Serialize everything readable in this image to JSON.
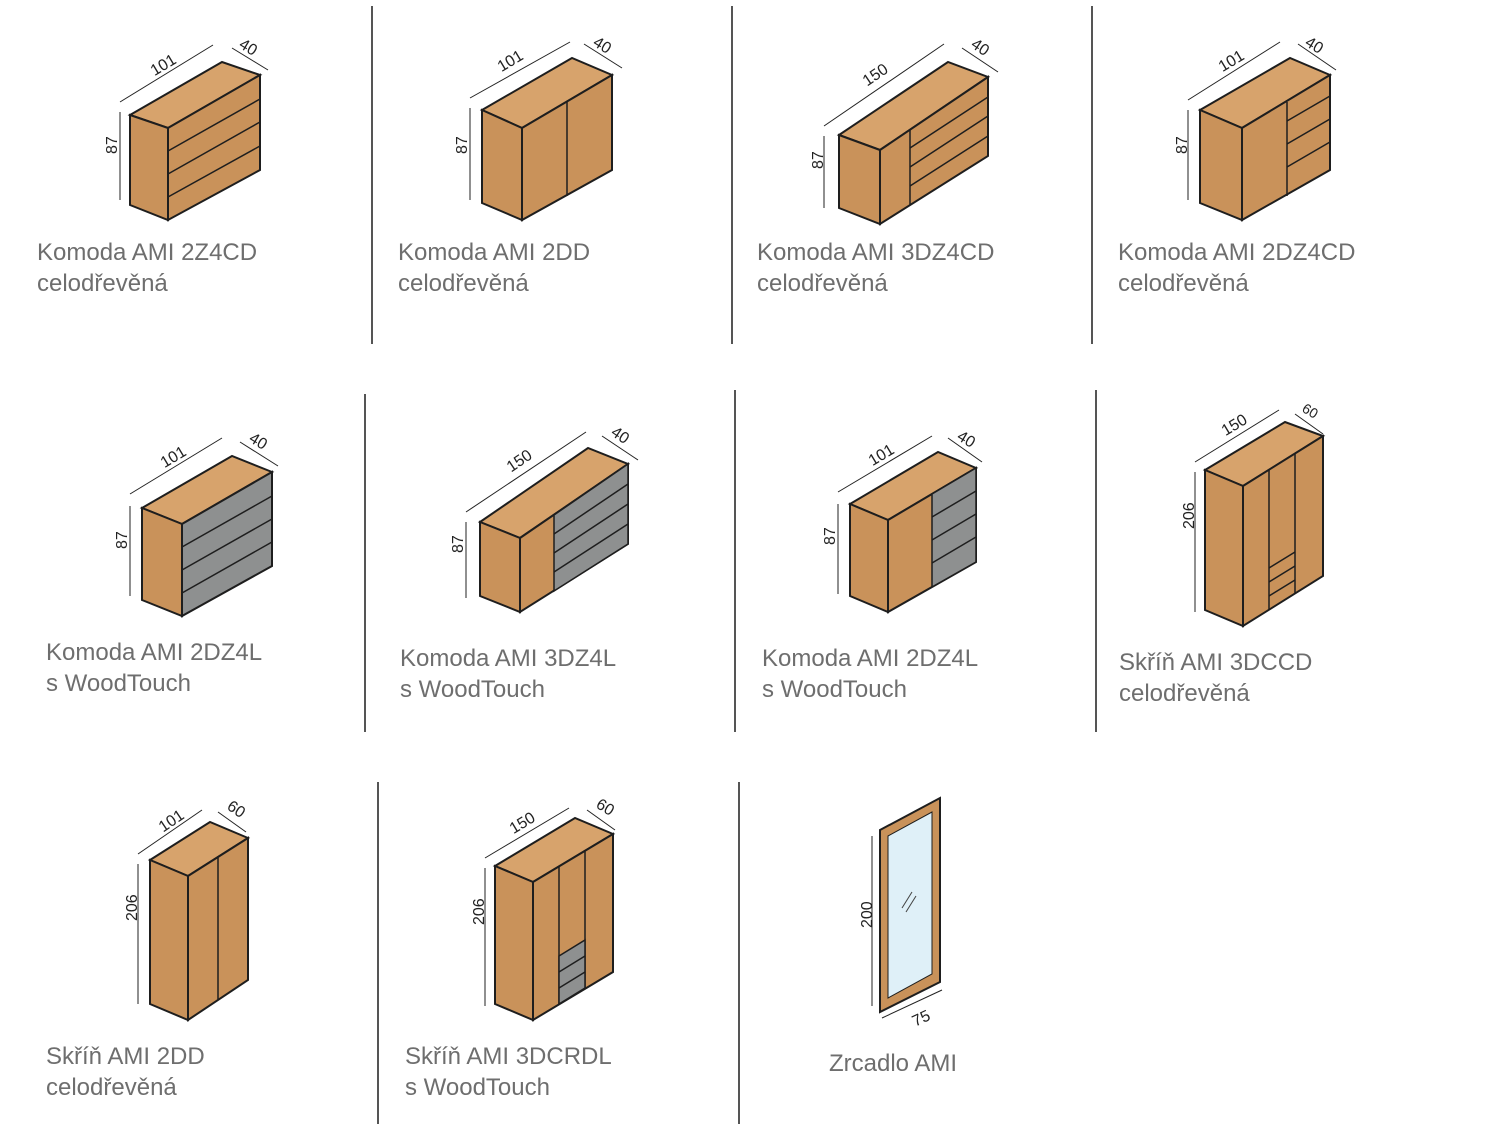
{
  "colors": {
    "wood": "#c9925a",
    "wood_top": "#d7a36c",
    "wood_side": "#b07a45",
    "gray": "#8e9090",
    "edge": "#1e1e1e",
    "mirror_glass": "#dff0f8"
  },
  "items": [
    {
      "name1": "Komoda AMI 2Z4CD",
      "name2": "celodřevěná",
      "width": "101",
      "depth": "40",
      "height": "87",
      "type": "drawers4"
    },
    {
      "name1": "Komoda AMI  2DD",
      "name2": "celodřevěná",
      "width": "101",
      "depth": "40",
      "height": "87",
      "type": "doors2"
    },
    {
      "name1": "Komoda AMI 3DZ4CD",
      "name2": "celodřevěná",
      "width": "150",
      "depth": "40",
      "height": "87",
      "type": "door_drawers"
    },
    {
      "name1": "Komoda AMI 2DZ4CD",
      "name2": "celodřevěná",
      "width": "101",
      "depth": "40",
      "height": "87",
      "type": "door_drawers_narrow"
    },
    {
      "name1": "Komoda AMI 2DZ4L",
      "name2": "s WoodTouch",
      "width": "101",
      "depth": "40",
      "height": "87",
      "type": "drawers4_gray"
    },
    {
      "name1": "Komoda AMI 3DZ4L",
      "name2": "s WoodTouch",
      "width": "150",
      "depth": "40",
      "height": "87",
      "type": "door_drawers_gray"
    },
    {
      "name1": "Komoda AMI 2DZ4L",
      "name2": "s WoodTouch",
      "width": "101",
      "depth": "40",
      "height": "87",
      "type": "door_drawers_gray_narrow"
    },
    {
      "name1": "Skříň AMI 3DCCD",
      "name2": "celodřevěná",
      "width": "150",
      "depth": "60",
      "height": "206",
      "type": "wardrobe3"
    },
    {
      "name1": "Skříň AMI 2DD",
      "name2": "celodřevěná",
      "width": "101",
      "depth": "60",
      "height": "206",
      "type": "wardrobe2"
    },
    {
      "name1": "Skříň AMI 3DCRDL",
      "name2": "s WoodTouch",
      "width": "150",
      "depth": "60",
      "height": "206",
      "type": "wardrobe3_gray"
    },
    {
      "name1": "Zrcadlo AMI",
      "name2": "",
      "width": "75",
      "depth": "",
      "height": "200",
      "type": "mirror"
    }
  ]
}
